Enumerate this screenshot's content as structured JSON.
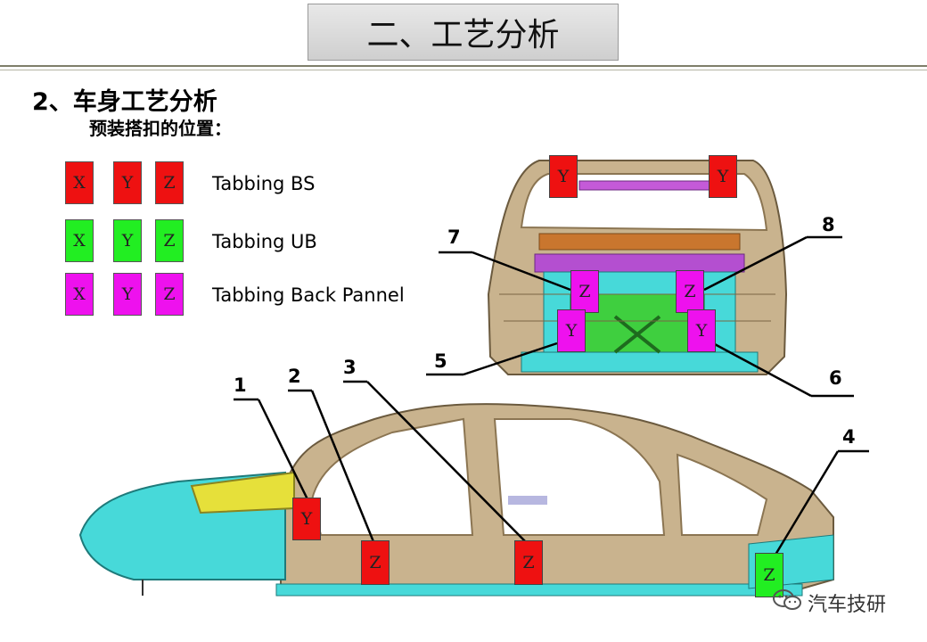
{
  "header": {
    "title": "二、工艺分析"
  },
  "section": {
    "heading": "2、车身工艺分析",
    "subheading": "预装搭扣的位置："
  },
  "legend": [
    {
      "boxes": [
        "X",
        "Y",
        "Z"
      ],
      "label": "Tabbing BS",
      "color": "#ee1111"
    },
    {
      "boxes": [
        "X",
        "Y",
        "Z"
      ],
      "label": "Tabbing UB",
      "color": "#22ee22"
    },
    {
      "boxes": [
        "X",
        "Y",
        "Z"
      ],
      "label": "Tabbing Back Pannel",
      "color": "#ee11ee"
    }
  ],
  "tags": [
    {
      "letter": "Y",
      "color": "#ee1111"
    },
    {
      "letter": "Y",
      "color": "#ee1111"
    },
    {
      "letter": "Z",
      "color": "#ee11ee"
    },
    {
      "letter": "Z",
      "color": "#ee11ee"
    },
    {
      "letter": "Y",
      "color": "#ee11ee"
    },
    {
      "letter": "Y",
      "color": "#ee11ee"
    },
    {
      "letter": "Y",
      "color": "#ee1111"
    },
    {
      "letter": "Z",
      "color": "#ee1111"
    },
    {
      "letter": "Z",
      "color": "#ee1111"
    },
    {
      "letter": "Z",
      "color": "#22ee22"
    }
  ],
  "callouts": [
    "1",
    "2",
    "3",
    "4",
    "5",
    "6",
    "7",
    "8"
  ],
  "watermark": {
    "text": "汽车技研",
    "icon": "wechat-icon"
  }
}
